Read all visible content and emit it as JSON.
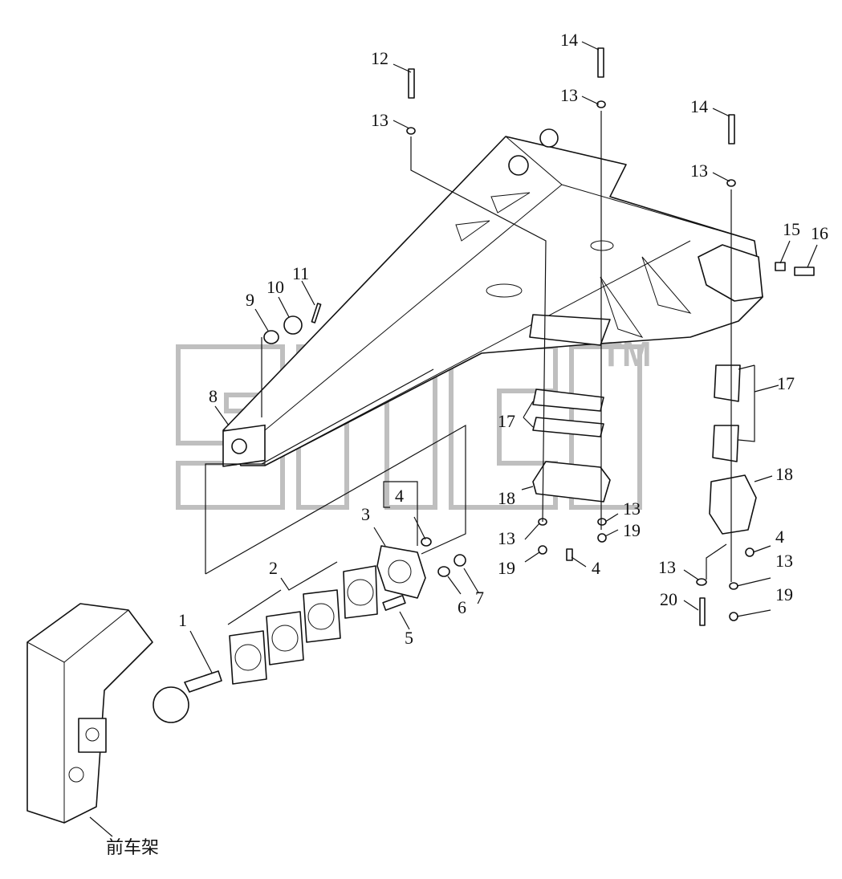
{
  "callouts": [
    {
      "id": "c12",
      "text": "12"
    },
    {
      "id": "c13a",
      "text": "13"
    },
    {
      "id": "c14a",
      "text": "14"
    },
    {
      "id": "c13b",
      "text": "13"
    },
    {
      "id": "c14b",
      "text": "14"
    },
    {
      "id": "c13c",
      "text": "13"
    },
    {
      "id": "c15",
      "text": "15"
    },
    {
      "id": "c16",
      "text": "16"
    },
    {
      "id": "c11",
      "text": "11"
    },
    {
      "id": "c10",
      "text": "10"
    },
    {
      "id": "c9",
      "text": "9"
    },
    {
      "id": "c8",
      "text": "8"
    },
    {
      "id": "c17a",
      "text": "17"
    },
    {
      "id": "c17b",
      "text": "17"
    },
    {
      "id": "c18a",
      "text": "18"
    },
    {
      "id": "c18b",
      "text": "18"
    },
    {
      "id": "c13d",
      "text": "13"
    },
    {
      "id": "c19a",
      "text": "19"
    },
    {
      "id": "c13e",
      "text": "13"
    },
    {
      "id": "c19b",
      "text": "19"
    },
    {
      "id": "c4a",
      "text": "4"
    },
    {
      "id": "c4b",
      "text": "4"
    },
    {
      "id": "c4c",
      "text": "4"
    },
    {
      "id": "c3",
      "text": "3"
    },
    {
      "id": "c2",
      "text": "2"
    },
    {
      "id": "c6",
      "text": "6"
    },
    {
      "id": "c7",
      "text": "7"
    },
    {
      "id": "c5",
      "text": "5"
    },
    {
      "id": "c1",
      "text": "1"
    },
    {
      "id": "c13f",
      "text": "13"
    },
    {
      "id": "c13g",
      "text": "13"
    },
    {
      "id": "c20",
      "text": "20"
    },
    {
      "id": "c19c",
      "text": "19"
    }
  ],
  "front_frame_label": "前车架",
  "watermark": {
    "text": "TM",
    "color": "#bfbfbf"
  },
  "colors": {
    "line": "#111111",
    "background": "#ffffff"
  }
}
